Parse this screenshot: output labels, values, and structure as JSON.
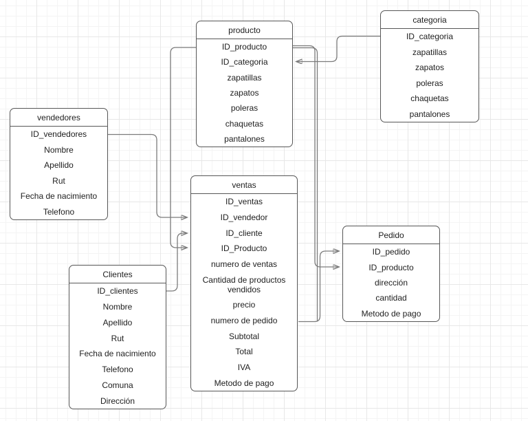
{
  "diagram": {
    "type": "entity-relationship-diagram",
    "background": "grid",
    "colors": {
      "canvas_bg": "#ffffff",
      "grid_minor": "#f4f4f4",
      "grid_major": "#e7e7e7",
      "entity_border": "#565656",
      "entity_bg": "#ffffff",
      "connector": "#7b7b7b",
      "arrowhead": "#3f3f3f",
      "text": "#1d1d1d"
    },
    "tables": [
      {
        "id": "producto",
        "title": "producto",
        "fields": [
          "ID_producto",
          "ID_categoria",
          "zapatillas",
          "zapatos",
          "poleras",
          "chaquetas",
          "pantalones"
        ]
      },
      {
        "id": "categoria",
        "title": "categoria",
        "fields": [
          "ID_categoria",
          "zapatillas",
          "zapatos",
          "poleras",
          "chaquetas",
          "pantalones"
        ]
      },
      {
        "id": "vendedores",
        "title": "vendedores",
        "fields": [
          "ID_vendedores",
          "Nombre",
          "Apellido",
          "Rut",
          "Fecha de nacimiento",
          "Telefono"
        ]
      },
      {
        "id": "ventas",
        "title": "ventas",
        "fields": [
          "ID_ventas",
          "ID_vendedor",
          "ID_cliente",
          "ID_Producto",
          "numero de ventas",
          "Cantidad de productos vendidos",
          "precio",
          "numero de pedido",
          "Subtotal",
          "Total",
          "IVA",
          "Metodo de pago"
        ]
      },
      {
        "id": "clientes",
        "title": "Clientes",
        "fields": [
          "ID_clientes",
          "Nombre",
          "Apellido",
          "Rut",
          "Fecha de nacimiento",
          "Telefono",
          "Comuna",
          "Dirección"
        ]
      },
      {
        "id": "pedido",
        "title": "Pedido",
        "fields": [
          "ID_pedido",
          "ID_producto",
          "dirección",
          "cantidad",
          "Metodo de pago"
        ]
      }
    ],
    "relations": [
      {
        "from": "categoria.ID_categoria",
        "to": "producto.ID_categoria",
        "arrow": "into-producto"
      },
      {
        "from": "producto.ID_producto",
        "to": "ventas.ID_Producto",
        "arrow": "into-ventas"
      },
      {
        "from": "vendedores.ID_vendedores",
        "to": "ventas.ID_vendedor",
        "arrow": "into-ventas"
      },
      {
        "from": "Clientes.ID_clientes",
        "to": "ventas.ID_cliente",
        "arrow": "into-ventas"
      },
      {
        "from": "producto.ID_producto",
        "to": "Pedido.ID_producto",
        "arrow": "into-pedido"
      },
      {
        "from": "ventas.numero de pedido",
        "to": "Pedido.ID_pedido",
        "arrow": "into-pedido"
      }
    ]
  }
}
